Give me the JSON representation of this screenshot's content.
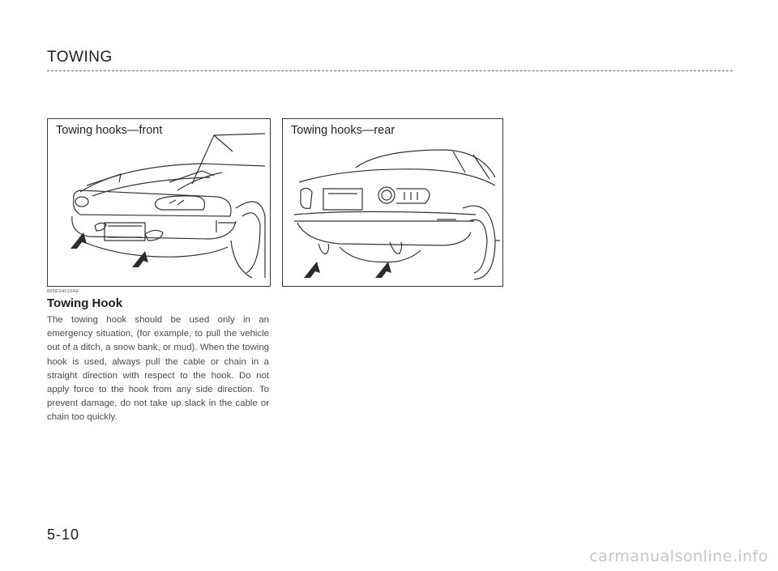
{
  "page": {
    "section_title": "TOWING",
    "page_number": "5-10"
  },
  "figures": {
    "front": {
      "caption": "Towing hooks—front"
    },
    "rear": {
      "caption": "Towing hooks—rear"
    },
    "code": "895ES4010AE"
  },
  "body": {
    "heading": "Towing Hook",
    "text": "The towing hook should be used only in an emergency situation, (for example, to pull the vehicle out of a ditch, a snow bank, or mud). When the towing hook is used, always pull the cable or chain in a straight direction with respect to the hook. Do not apply force to the hook from any side direction. To prevent damage, do not take up slack in the cable or chain too quickly."
  },
  "watermark": "carmanualsonline.info"
}
